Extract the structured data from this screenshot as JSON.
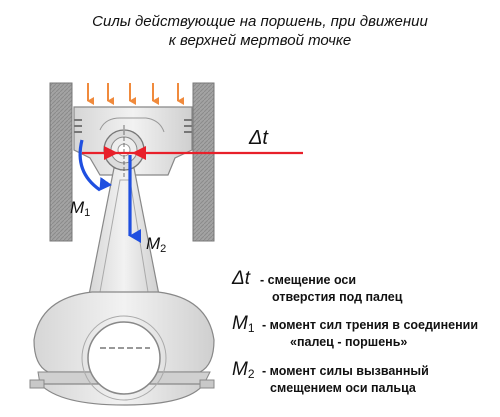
{
  "title_line1": "Силы действующие на поршень, при движении",
  "title_line2": "к верхней мертвой точке",
  "diagram": {
    "delta_t_label": "Δt",
    "m1_main": "M",
    "m1_sub": "1",
    "m2_main": "M",
    "m2_sub": "2"
  },
  "legend": [
    {
      "sym_main": "Δt",
      "sym_sub": "",
      "line1": "- смещение оси",
      "line2": "отверстия под палец"
    },
    {
      "sym_main": "M",
      "sym_sub": "1",
      "line1": "- момент сил трения в соединении",
      "line2": "«палец - поршень»"
    },
    {
      "sym_main": "M",
      "sym_sub": "2",
      "line1": "- момент силы вызванный",
      "line2": "смещением оси пальца"
    }
  ],
  "colors": {
    "force_arrows": "#f08a3c",
    "offset_line": "#e8202a",
    "moment_arrows": "#1f4fe0",
    "cylinder_wall": "#9a9a9a"
  }
}
